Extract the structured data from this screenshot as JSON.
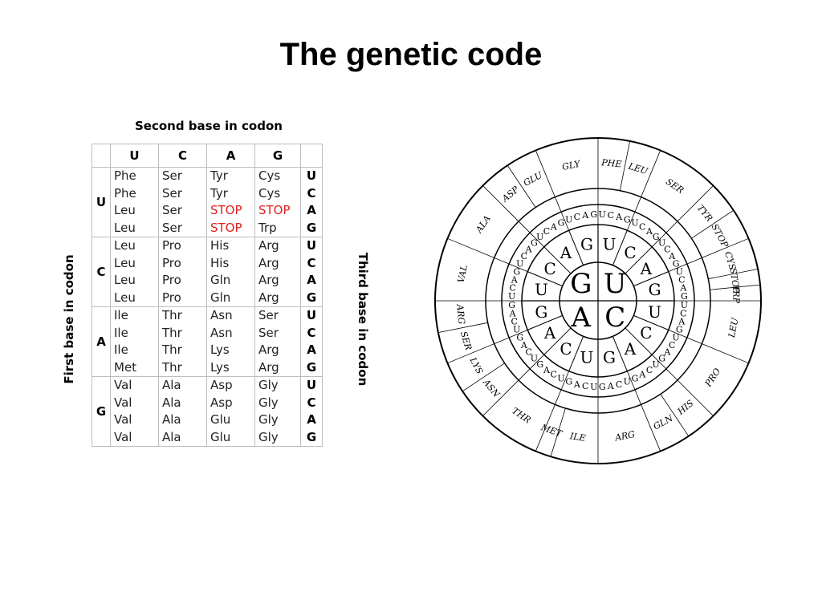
{
  "title": "The genetic code",
  "table": {
    "header": "Second base in codon",
    "first_base_label": "First base in codon",
    "third_base_label": "Third base in codon",
    "second_bases": [
      "U",
      "C",
      "A",
      "G"
    ],
    "stop_label": "STOP",
    "rows": [
      {
        "first": "U",
        "cols": [
          [
            "Phe",
            "Phe",
            "Leu",
            "Leu"
          ],
          [
            "Ser",
            "Ser",
            "Ser",
            "Ser"
          ],
          [
            "Tyr",
            "Tyr",
            "STOP",
            "STOP"
          ],
          [
            "Cys",
            "Cys",
            "STOP",
            "Trp"
          ]
        ],
        "third": [
          "U",
          "C",
          "A",
          "G"
        ]
      },
      {
        "first": "C",
        "cols": [
          [
            "Leu",
            "Leu",
            "Leu",
            "Leu"
          ],
          [
            "Pro",
            "Pro",
            "Pro",
            "Pro"
          ],
          [
            "His",
            "His",
            "Gln",
            "Gln"
          ],
          [
            "Arg",
            "Arg",
            "Arg",
            "Arg"
          ]
        ],
        "third": [
          "U",
          "C",
          "A",
          "G"
        ]
      },
      {
        "first": "A",
        "cols": [
          [
            "Ile",
            "Ile",
            "Ile",
            "Met"
          ],
          [
            "Thr",
            "Thr",
            "Thr",
            "Thr"
          ],
          [
            "Asn",
            "Asn",
            "Lys",
            "Lys"
          ],
          [
            "Ser",
            "Ser",
            "Arg",
            "Arg"
          ]
        ],
        "third": [
          "U",
          "C",
          "A",
          "G"
        ]
      },
      {
        "first": "G",
        "cols": [
          [
            "Val",
            "Val",
            "Val",
            "Val"
          ],
          [
            "Ala",
            "Ala",
            "Ala",
            "Ala"
          ],
          [
            "Asp",
            "Asp",
            "Glu",
            "Glu"
          ],
          [
            "Gly",
            "Gly",
            "Gly",
            "Gly"
          ]
        ],
        "third": [
          "U",
          "C",
          "A",
          "G"
        ]
      }
    ]
  },
  "wheel": {
    "inner_bases": [
      "U",
      "C",
      "A",
      "G"
    ],
    "second_order": [
      "U",
      "C",
      "A",
      "G"
    ],
    "third_order": [
      "U",
      "C",
      "A",
      "G"
    ],
    "groups": [
      [
        "PHE",
        "PHE",
        "LEU",
        "LEU"
      ],
      [
        "SER",
        "SER",
        "SER",
        "SER"
      ],
      [
        "TYR",
        "TYR",
        "STOP",
        "STOP"
      ],
      [
        "CYS",
        "CYS",
        "STOP",
        "TRP"
      ],
      [
        "LEU",
        "LEU",
        "LEU",
        "LEU"
      ],
      [
        "PRO",
        "PRO",
        "PRO",
        "PRO"
      ],
      [
        "HIS",
        "HIS",
        "GLN",
        "GLN"
      ],
      [
        "ARG",
        "ARG",
        "ARG",
        "ARG"
      ],
      [
        "ILE",
        "ILE",
        "ILE",
        "MET"
      ],
      [
        "THR",
        "THR",
        "THR",
        "THR"
      ],
      [
        "ASN",
        "ASN",
        "LYS",
        "LYS"
      ],
      [
        "SER",
        "SER",
        "ARG",
        "ARG"
      ],
      [
        "VAL",
        "VAL",
        "VAL",
        "VAL"
      ],
      [
        "ALA",
        "ALA",
        "ALA",
        "ALA"
      ],
      [
        "ASP",
        "ASP",
        "GLU",
        "GLU"
      ],
      [
        "GLY",
        "GLY",
        "GLY",
        "GLY"
      ]
    ],
    "stop_label": "STOP"
  }
}
